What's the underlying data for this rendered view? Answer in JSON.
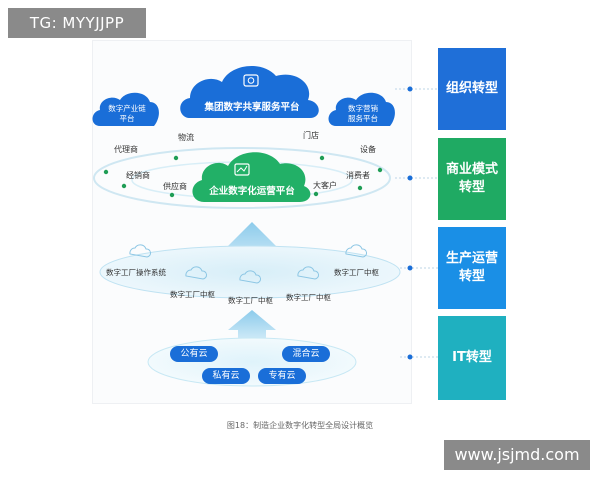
{
  "watermarks": {
    "top_left": "TG: MYYJJPP",
    "bottom_right": "www.jsjmd.com"
  },
  "diagram": {
    "top_cloud": "集团数字共享服务平台",
    "left_small_cloud": "数字产业链\n平台",
    "right_small_cloud": "数字营销\n服务平台",
    "center_cloud": "企业数字化运营平台",
    "ring_labels": [
      "物流",
      "门店",
      "代理商",
      "设备",
      "经销商",
      "供应商",
      "大客户",
      "消费者"
    ],
    "factory_labels": [
      "数字工厂操作系统",
      "数字工厂中枢",
      "数字工厂中枢",
      "数字工厂中枢",
      "数字工厂中枢"
    ],
    "bottom_clouds": [
      "公有云",
      "混合云",
      "私有云",
      "专有云"
    ],
    "caption": "图18：制造企业数字化转型全局设计概览"
  },
  "side_boxes": [
    {
      "label": "组织转型",
      "color": "#1f6fd8"
    },
    {
      "label": "商业模式\n转型",
      "color": "#1faa63"
    },
    {
      "label": "生产运营\n转型",
      "color": "#1a8fe6"
    },
    {
      "label": "IT转型",
      "color": "#1fb0c0"
    }
  ],
  "colors": {
    "blue_cloud": "#1a6ed8",
    "green_cloud": "#22b067",
    "ring": "#cfe7f2",
    "dot": "#1f9d55",
    "arrow": "#a8d6ef"
  }
}
